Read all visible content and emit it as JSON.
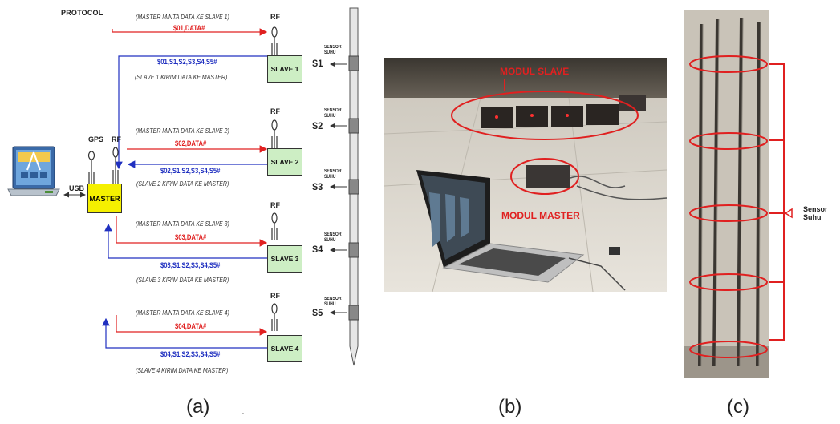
{
  "panel_a": {
    "protocol_title": "PROTOCOL",
    "master_label": "MASTER",
    "gps_label": "GPS",
    "rf_label": "RF",
    "usb_label": "USB",
    "exchanges": [
      {
        "request_note": "(MASTER MINTA DATA KE SLAVE 1)",
        "request": "$01,DATA#",
        "response": "$01,S1,S2,S3,S4,S5#",
        "response_note": "(SLAVE 1 KIRIM DATA KE MASTER)",
        "slave": "SLAVE 1",
        "rf": "RF"
      },
      {
        "request_note": "(MASTER MINTA DATA KE SLAVE 2)",
        "request": "$02,DATA#",
        "response": "$02,S1,S2,S3,S4,S5#",
        "response_note": "(SLAVE 2 KIRIM DATA KE MASTER)",
        "slave": "SLAVE 2",
        "rf": "RF"
      },
      {
        "request_note": "(MASTER MINTA DATA KE SLAVE 3)",
        "request": "$03,DATA#",
        "response": "$03,S1,S2,S3,S4,S5#",
        "response_note": "(SLAVE 3 KIRIM DATA KE MASTER)",
        "slave": "SLAVE 3",
        "rf": "RF"
      },
      {
        "request_note": "(MASTER MINTA DATA KE SLAVE 4)",
        "request": "$04,DATA#",
        "response": "$04,S1,S2,S3,S4,S5#",
        "response_note": "(SLAVE 4 KIRIM DATA KE MASTER)",
        "slave": "SLAVE 4",
        "rf": "RF"
      }
    ],
    "sensors": [
      {
        "name": "S1",
        "line1": "SENSOR",
        "line2": "SUHU"
      },
      {
        "name": "S2",
        "line1": "SENSOR",
        "line2": "SUHU"
      },
      {
        "name": "S3",
        "line1": "SENSOR",
        "line2": "SUHU"
      },
      {
        "name": "S4",
        "line1": "SENSOR",
        "line2": "SUHU"
      },
      {
        "name": "S5",
        "line1": "SENSOR",
        "line2": "SUHU"
      }
    ]
  },
  "panel_b": {
    "label_slave": "MODUL SLAVE",
    "label_master": "MODUL MASTER"
  },
  "panel_c": {
    "label_line1": "Sensor",
    "label_line2": "Suhu"
  },
  "captions": {
    "a": "(a)",
    "b": "(b)",
    "c": "(c)",
    "dot": "."
  },
  "colors": {
    "request": "#e02020",
    "response": "#2030c0",
    "slave_fill": "#cdeec4",
    "master_fill": "#f5f000",
    "highlight": "#e02020"
  }
}
